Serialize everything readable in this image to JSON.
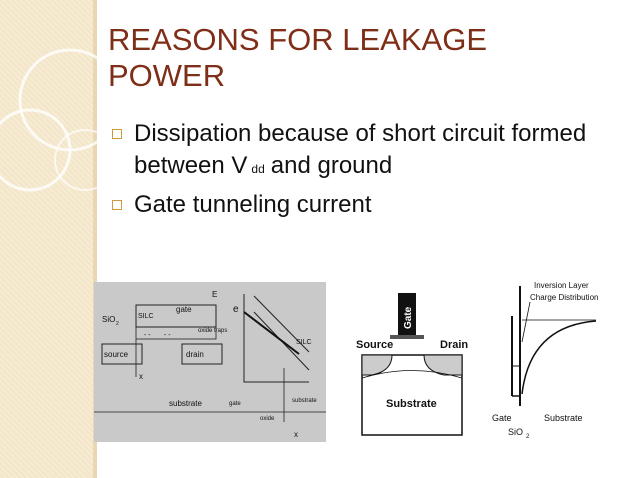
{
  "slide": {
    "title": "REASONS FOR LEAKAGE POWER",
    "bullets": [
      {
        "text_before": "Dissipation because of short circuit formed between  V",
        "subscript": "dd",
        "text_after": "and  ground"
      },
      {
        "text": "Gate tunneling current"
      }
    ]
  },
  "figure1": {
    "labels": {
      "E": "E",
      "sio2": "SiO",
      "sio2_sub": "2",
      "silc_left": "SILC",
      "gate": "gate",
      "oxide_traps": "oxide traps",
      "source": "source",
      "drain": "drain",
      "x_left": "x",
      "substrate": "substrate",
      "electron": "e",
      "silc_right": "SILC",
      "gate_bottom": "gate",
      "substrate_right": "substrate",
      "oxide": "oxide",
      "x_right": "x"
    }
  },
  "figure2": {
    "labels": {
      "gate": "Gate",
      "source": "Source",
      "drain": "Drain",
      "substrate": "Substrate"
    }
  },
  "figure3": {
    "labels": {
      "inversion": "Inversion Layer",
      "charge": "Charge Distribution",
      "gate": "Gate",
      "substrate": "Substrate",
      "sio2": "SiO",
      "sio2_sub": "2"
    }
  }
}
